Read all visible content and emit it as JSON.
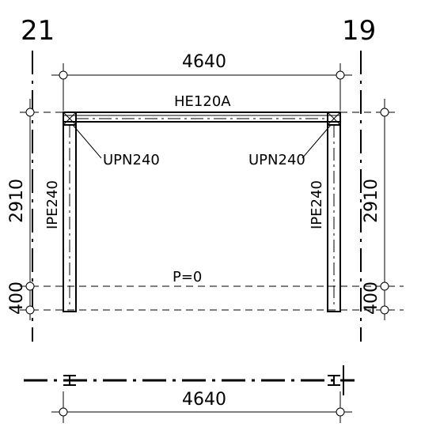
{
  "grid_labels": {
    "left": "21",
    "right": "19"
  },
  "dimensions": {
    "top_span": "4640",
    "bottom_span": "4640",
    "left_height": "2910",
    "right_height": "2910",
    "left_base": "400",
    "right_base": "400"
  },
  "profiles": {
    "beam": "HE120A",
    "bracket_left": "UPN240",
    "bracket_right": "UPN240",
    "column_left": "IPE240",
    "column_right": "IPE240"
  },
  "levels": {
    "floor": "P=0"
  }
}
